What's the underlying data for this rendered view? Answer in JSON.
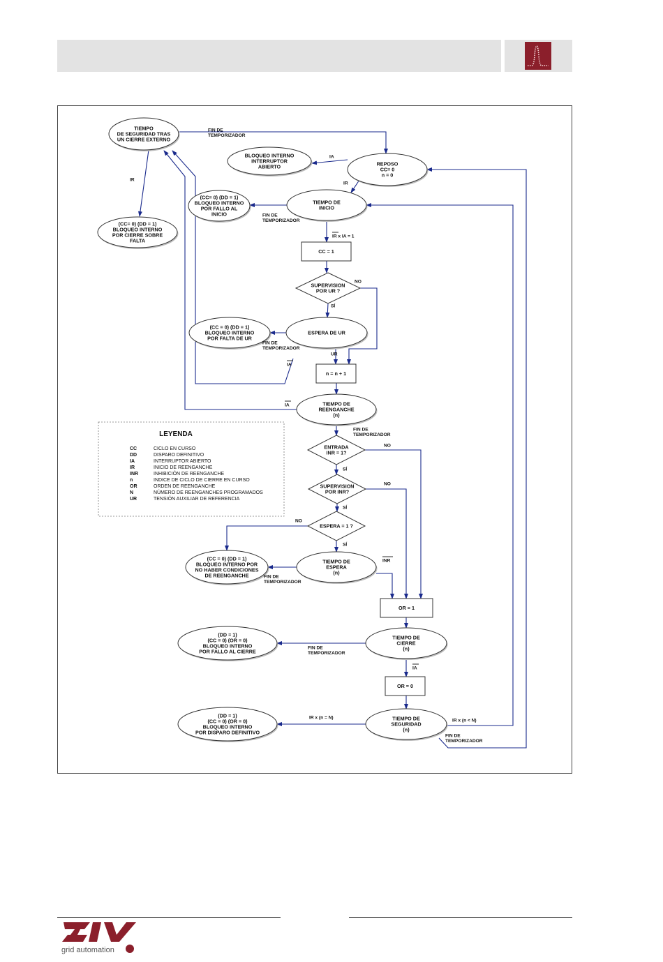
{
  "footer": {
    "tagline": "grid automation"
  },
  "nodes": {
    "tiempo_seguridad_ext": [
      "TIEMPO",
      "DE SEGURIDAD TRAS",
      "UN CIERRE EXTERNO"
    ],
    "bloqueo_ia": [
      "BLOQUEO INTERNO",
      "INTERRUPTOR",
      "ABIERTO"
    ],
    "reposo": [
      "REPOSO",
      "CC= 0",
      "n = 0"
    ],
    "bloqueo_fallo_inicio": [
      "(CC= 0) (DD = 1)",
      "BLOQUEO INTERNO",
      "POR FALLO AL",
      "INICIO"
    ],
    "tiempo_inicio": [
      "TIEMPO DE",
      "INICIO"
    ],
    "cierre_sobre_falta": [
      "(CC= 0) (DD = 1)",
      "BLOQUEO INTERNO",
      "POR CIERRE SOBRE",
      "FALTA"
    ],
    "cc1": [
      "CC = 1"
    ],
    "supervision_ur": [
      "SUPERVISION",
      "POR UR ?"
    ],
    "bloqueo_falta_ur": [
      "(CC = 0) (DD = 1)",
      "BLOQUEO INTERNO",
      "POR FALTA DE UR"
    ],
    "espera_ur": [
      "ESPERA DE UR"
    ],
    "n_inc": [
      "n = n + 1"
    ],
    "tiempo_reenganche": [
      "TIEMPO DE",
      "REENGANCHE",
      "(n)"
    ],
    "entrada_inr": [
      "ENTRADA",
      "INR = 1?"
    ],
    "supervision_inr": [
      "SUPERVISION",
      "POR INR?"
    ],
    "espera1": [
      "ESPERA = 1 ?"
    ],
    "bloqueo_no_cond": [
      "(CC = 0) (DD = 1)",
      "BLOQUEO INTERNO POR",
      "NO HABER CONDICIONES",
      "DE REENGANCHE"
    ],
    "tiempo_espera": [
      "TIEMPO DE",
      "ESPERA",
      "(n)"
    ],
    "or1": [
      "OR = 1"
    ],
    "bloqueo_fallo_cierre": [
      "(DD = 1)",
      "(CC = 0) (OR = 0)",
      "BLOQUEO INTERNO",
      "POR FALLO AL CIERRE"
    ],
    "tiempo_cierre": [
      "TIEMPO DE",
      "CIERRE",
      "(n)"
    ],
    "or0": [
      "OR = 0"
    ],
    "bloqueo_disparo": [
      "(DD = 1)",
      "(CC = 0) (OR = 0)",
      "BLOQUEO INTERNO",
      "POR DISPARO DEFINITIVO"
    ],
    "tiempo_seguridad": [
      "TIEMPO DE",
      "SEGURIDAD",
      "(n)"
    ]
  },
  "labels": {
    "fin_temp_top": [
      "FIN DE",
      "TEMPORIZADOR"
    ],
    "ia_top": "IA",
    "ir_left": "IR",
    "ir_reposo": "IR",
    "fin_temp_inicio": [
      "FIN DE",
      "TEMPORIZADOR"
    ],
    "ir_ia": "IR x IA = 1",
    "no_ur": "NO",
    "si_ur": "SÍ",
    "fin_temp_ur": [
      "FIN DE",
      "TEMPORIZADOR"
    ],
    "ur": "UR",
    "ia_ur": "IA",
    "ia_reeng": "IA",
    "fin_temp_reeng": [
      "FIN DE",
      "TEMPORIZADOR"
    ],
    "no_inr": "NO",
    "si_inr": "SÍ",
    "no_sup_inr": "NO",
    "si_sup_inr": "SÍ",
    "no_espera": "NO",
    "si_espera": "SÍ",
    "inr_bar": "INR",
    "fin_temp_espera": [
      "FIN DE",
      "TEMPORIZADOR"
    ],
    "fin_temp_cierre": [
      "FIN DE",
      "TEMPORIZADOR"
    ],
    "ia_cierre": "IA",
    "ir_n_eq": "IR x (n = N)",
    "ir_n_lt": "IR x (n < N)",
    "fin_temp_seg": [
      "FIN DE",
      "TEMPORIZADOR"
    ]
  },
  "legend": {
    "title": "LEYENDA",
    "entries": [
      {
        "code": "CC",
        "desc": "CICLO EN CURSO"
      },
      {
        "code": "DD",
        "desc": "DISPARO DEFINITIVO"
      },
      {
        "code": "IA",
        "desc": "INTERRUPTOR ABIERTO"
      },
      {
        "code": "IR",
        "desc": "INICIO DE REENGANCHE"
      },
      {
        "code": "INR",
        "desc": "INHIBICIÓN DE REENGANCHE"
      },
      {
        "code": "n",
        "desc": "INDICE DE CICLO DE CIERRE EN CURSO"
      },
      {
        "code": "OR",
        "desc": "ORDEN DE REENGANCHE"
      },
      {
        "code": "N",
        "desc": "NÚMERO DE REENGANCHES PROGRAMADOS"
      },
      {
        "code": "UR",
        "desc": "TENSIÓN AUXILIAR DE REFERENCIA"
      }
    ]
  },
  "colors": {
    "arrow": "#1a2a8c",
    "brand": "#8b1f2b",
    "shape_stroke": "#333333"
  }
}
